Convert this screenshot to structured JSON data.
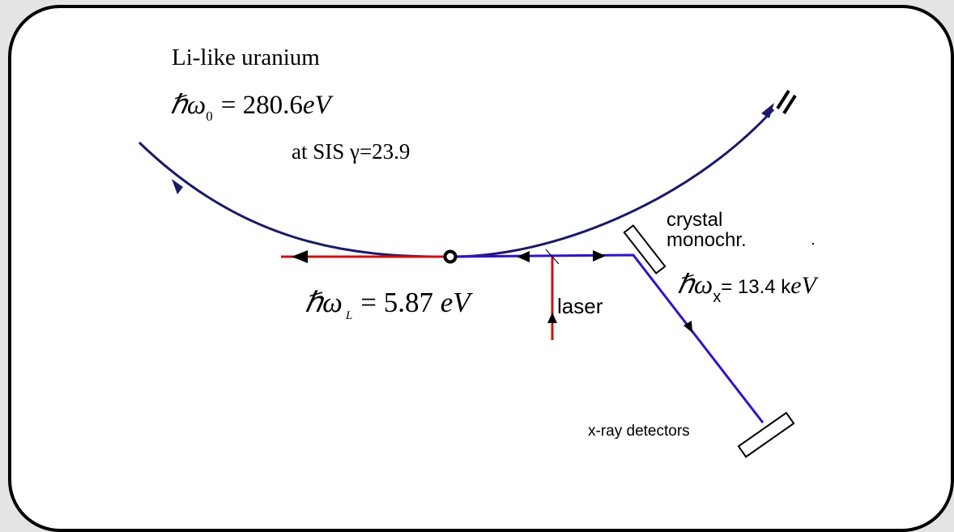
{
  "title": "Li-like uranium",
  "omega0": {
    "symbol": "ℏω",
    "subscript": "0",
    "equals": "= 280.6",
    "unit": "eV"
  },
  "sis": {
    "prefix": "at SIS ",
    "gamma": "γ",
    "value": "=23.9"
  },
  "omegaL": {
    "symbol": "ℏω",
    "subscript": "L",
    "equals": "= 5.87 ",
    "unit": "eV"
  },
  "laser_label": "laser",
  "crystal_label": {
    "line1": "crystal",
    "line2": "monochr."
  },
  "omegaX": {
    "symbol": "ℏω",
    "subscript": "x",
    "equals": "= 13.4 k",
    "unit": "eV"
  },
  "detector_label": "x-ray detectors",
  "colors": {
    "ion_beam": "#1a1a66",
    "laser_beam": "#cc1111",
    "xray_beam": "#3311cc",
    "outline": "#000000",
    "background": "#e4e4e4"
  }
}
